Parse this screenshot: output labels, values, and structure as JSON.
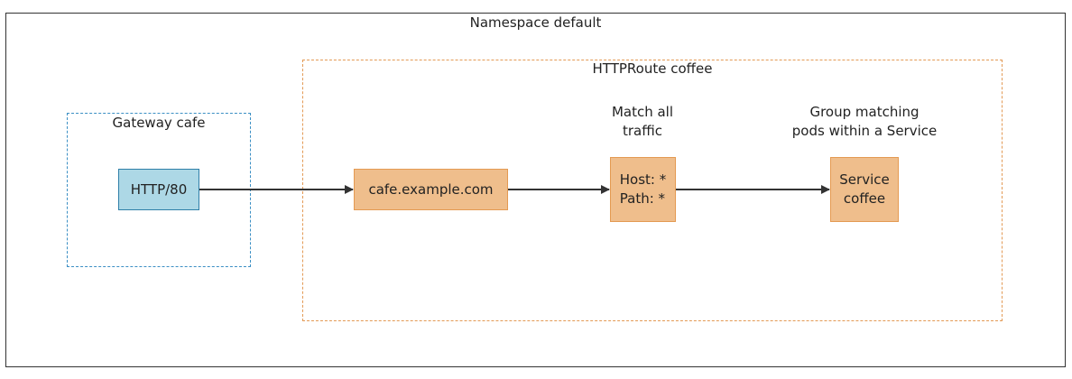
{
  "namespace": {
    "title": "Namespace default"
  },
  "httproute": {
    "title": "HTTPRoute coffee"
  },
  "gateway": {
    "title": "Gateway cafe"
  },
  "nodes": {
    "listener": "HTTP/80",
    "hostname": "cafe.example.com",
    "match": "Host: *\nPath: *",
    "service": "Service\ncoffee"
  },
  "labels": {
    "match": "Match all\ntraffic",
    "service": "Group matching\npods within a Service"
  },
  "colors": {
    "blue_fill": "#add8e6",
    "orange_fill": "#efbe8c",
    "edge": "#333333"
  }
}
